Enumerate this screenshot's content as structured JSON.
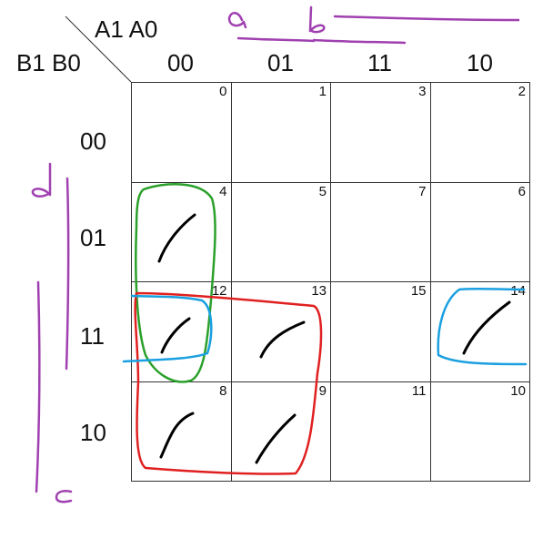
{
  "header": {
    "col_vars": "A1 A0",
    "row_vars": "B1 B0"
  },
  "columns": [
    "00",
    "01",
    "11",
    "10"
  ],
  "rows": [
    "00",
    "01",
    "11",
    "10"
  ],
  "cells": [
    [
      "0",
      "1",
      "3",
      "2"
    ],
    [
      "4",
      "5",
      "7",
      "6"
    ],
    [
      "12",
      "13",
      "15",
      "14"
    ],
    [
      "8",
      "9",
      "11",
      "10"
    ]
  ],
  "colors": {
    "grid": "#333333",
    "annotation_purple": "#a040b0",
    "group_green": "#2aa02a",
    "group_red": "#e02020",
    "group_blue": "#1aa0e0",
    "mark_black": "#000000"
  },
  "handwritten_labels": [
    "a",
    "b",
    "d",
    "c"
  ]
}
